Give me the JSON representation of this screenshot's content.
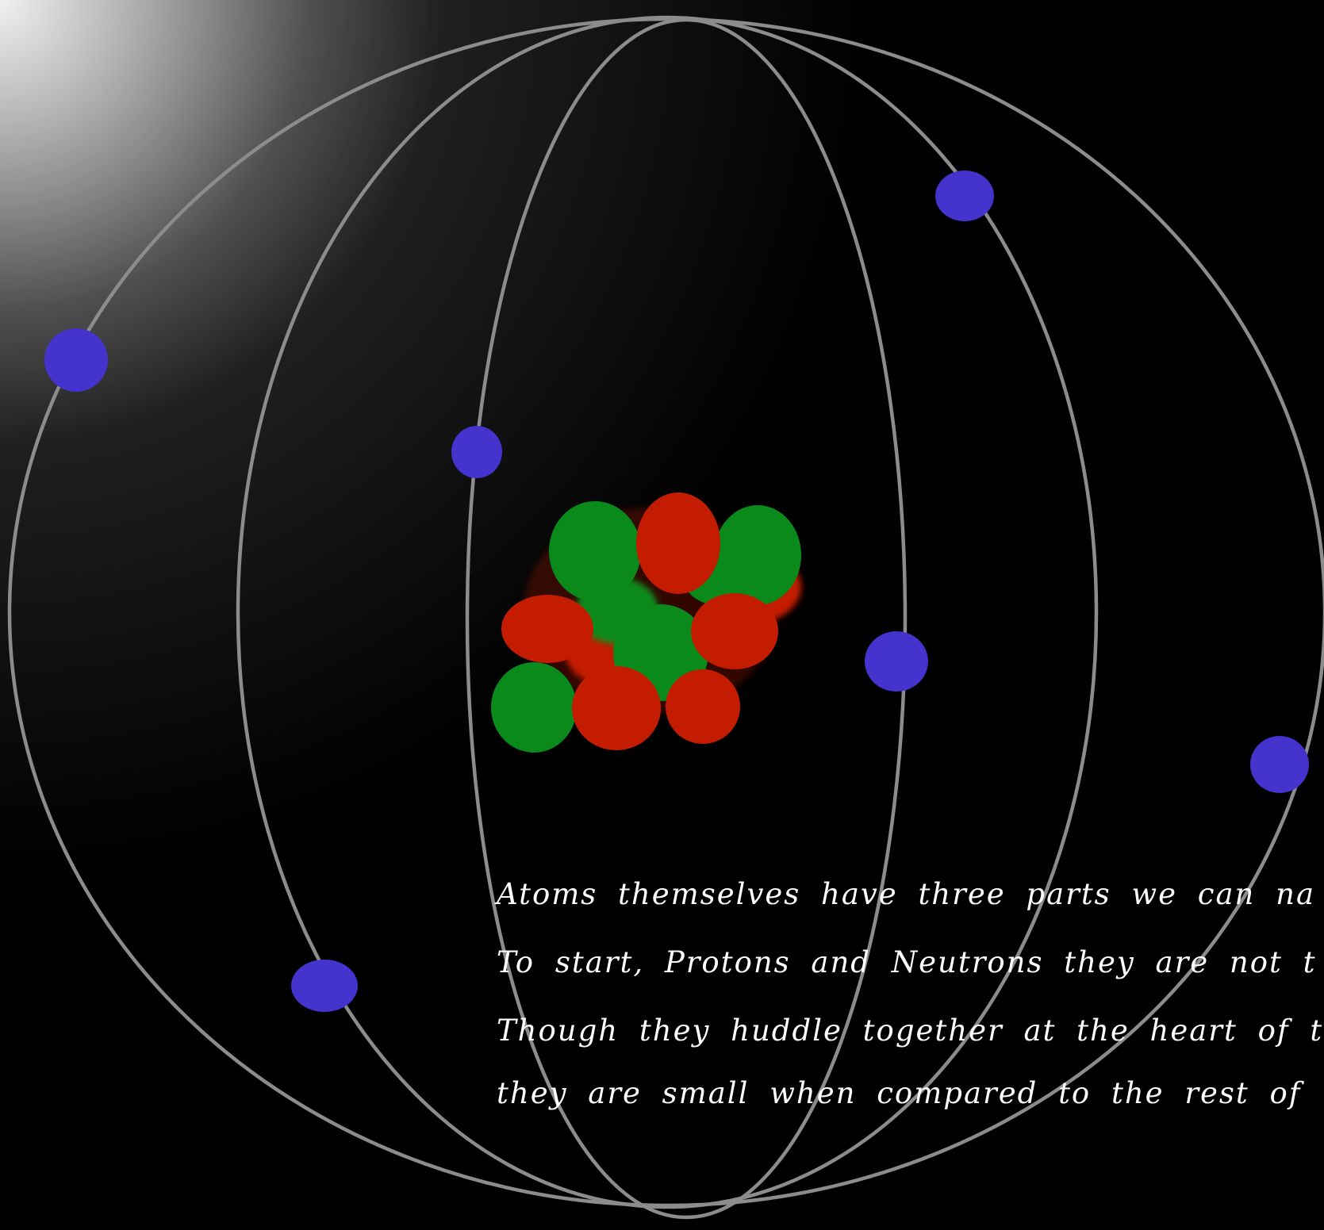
{
  "colors": {
    "background": "#000000",
    "glow": "#ffffff",
    "orbit": "#8c8c8c",
    "electron": "#4433cc",
    "proton": "#c41c00",
    "neutron": "#0a8a1a",
    "text": "#ffffff"
  },
  "poem": {
    "line1": "Atoms themselves have three parts we can name,",
    "line2": "To start, Protons and Neutrons they are not the sam",
    "line3": "Though they huddle together at the heart of the poi",
    "line4": "they are small when compared to the rest of the joir"
  }
}
